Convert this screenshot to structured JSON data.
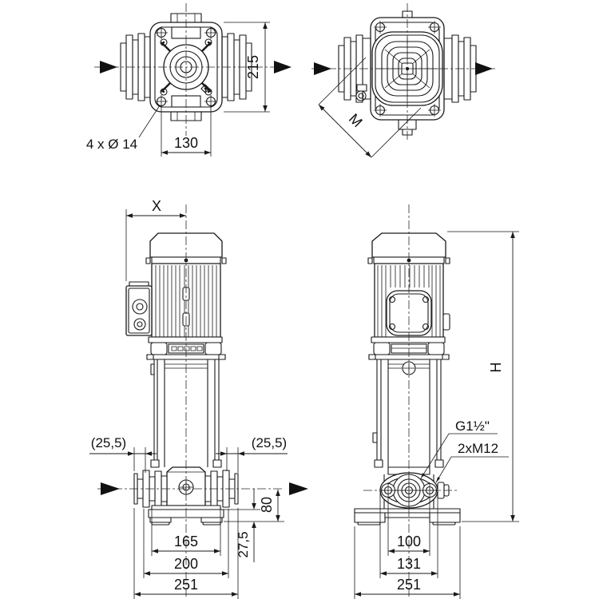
{
  "views": {
    "pump_top": {
      "hole_callout": "4 x Ø 14",
      "dim_bolt_spacing": "130",
      "dim_height": "215"
    },
    "motor_top": {
      "dim_diagonal": "M"
    },
    "pump_front": {
      "dim_motor_offset": "X",
      "dim_port_offset_left": "(25,5)",
      "dim_port_offset_right": "(25,5)",
      "dim_port_center_height": "80",
      "dim_base_thickness": "27,5",
      "dim_hole_spacing": "165",
      "dim_flange_width": "200",
      "dim_overall_width": "251"
    },
    "pump_side": {
      "dim_overall_height": "H",
      "pipe_connection": "G1½\"",
      "fixing_bolts": "2xM12",
      "dim_bolt_spacing": "100",
      "dim_flange_width": "131",
      "dim_base_width": "251"
    }
  }
}
